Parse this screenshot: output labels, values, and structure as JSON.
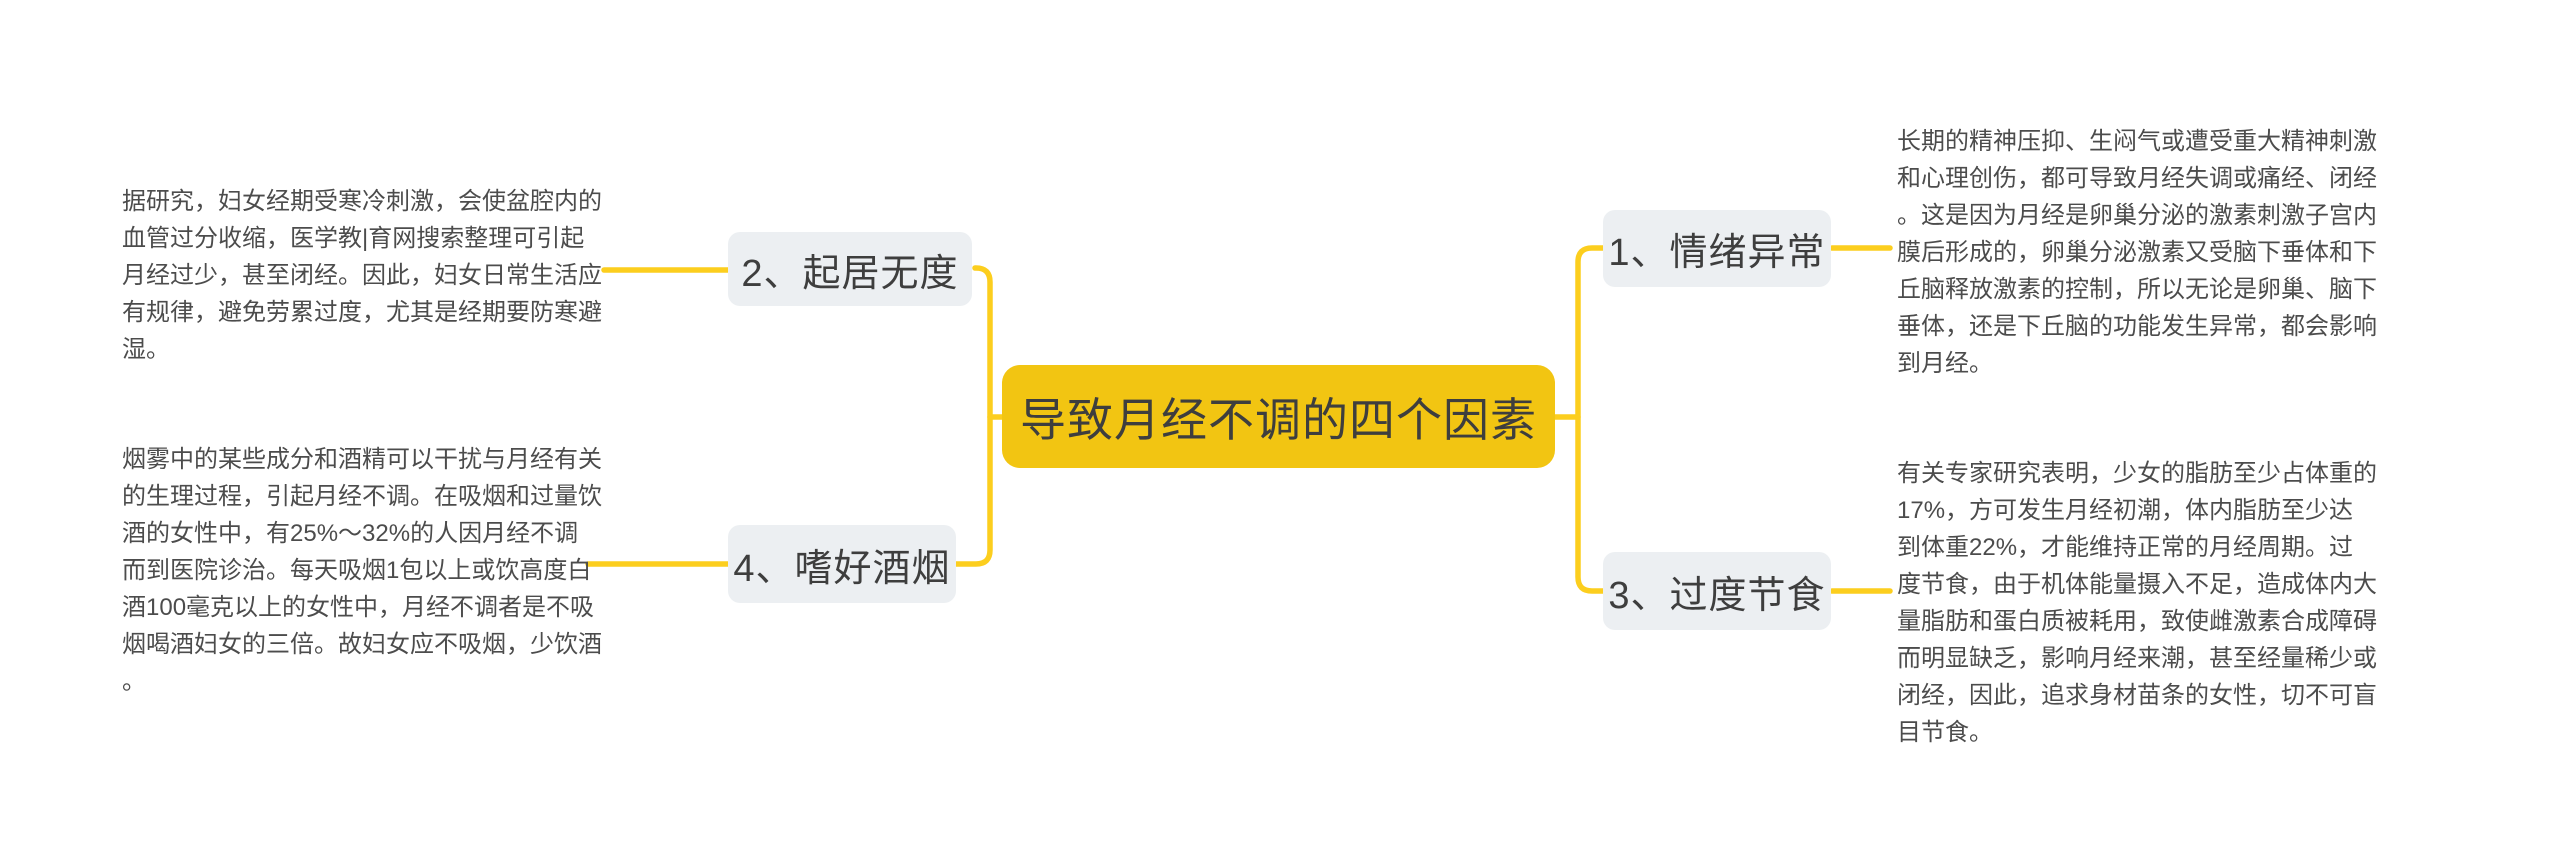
{
  "colors": {
    "page_bg": "#ffffff",
    "center_fill": "#f2c512",
    "branch_fill": "#eceff2",
    "connector": "#fcce1e",
    "node_text": "#3e3e3e",
    "paragraph_text": "#4c4c4c"
  },
  "center": {
    "title": "导致月经不调的四个因素"
  },
  "branches": [
    {
      "label": "1、情绪异常",
      "note_lines": [
        "长期的精神压抑、生闷气或遭受重大精神刺激",
        "和心理创伤，都可导致月经失调或痛经、闭经",
        "。这是因为月经是卵巢分泌的激素刺激子宫内",
        "膜后形成的，卵巢分泌激素又受脑下垂体和下",
        "丘脑释放激素的控制，所以无论是卵巢、脑下",
        "垂体，还是下丘脑的功能发生异常，都会影响",
        "到月经。"
      ]
    },
    {
      "label": "2、起居无度",
      "note_lines": [
        "据研究，妇女经期受寒冷刺激，会使盆腔内的",
        "血管过分收缩，医学教|育网搜索整理可引起",
        "月经过少，甚至闭经。因此，妇女日常生活应",
        "有规律，避免劳累过度，尤其是经期要防寒避",
        "湿。"
      ]
    },
    {
      "label": "3、过度节食",
      "note_lines": [
        "有关专家研究表明，少女的脂肪至少占体重的",
        "17%，方可发生月经初潮，体内脂肪至少达",
        "到体重22%，才能维持正常的月经周期。过",
        "度节食，由于机体能量摄入不足，造成体内大",
        "量脂肪和蛋白质被耗用，致使雌激素合成障碍",
        "而明显缺乏，影响月经来潮，甚至经量稀少或",
        "闭经，因此，追求身材苗条的女性，切不可盲",
        "目节食。"
      ]
    },
    {
      "label": "4、嗜好酒烟",
      "note_lines": [
        "烟雾中的某些成分和酒精可以干扰与月经有关",
        "的生理过程，引起月经不调。在吸烟和过量饮",
        "酒的女性中，有25%～32%的人因月经不调",
        "而到医院诊治。每天吸烟1包以上或饮高度白",
        "酒100毫克以上的女性中，月经不调者是不吸",
        "烟喝酒妇女的三倍。故妇女应不吸烟，少饮酒",
        "。"
      ]
    }
  ]
}
